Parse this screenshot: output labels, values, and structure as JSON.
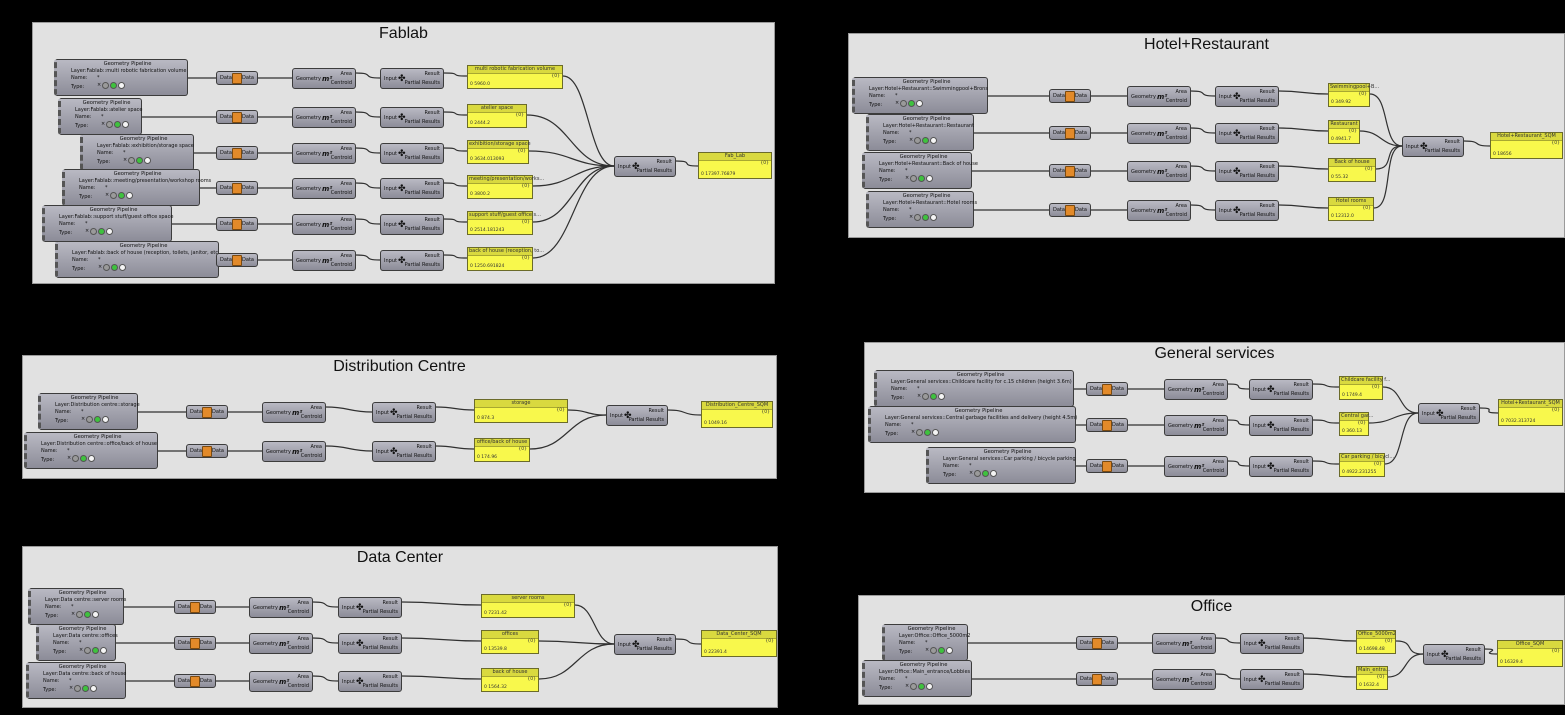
{
  "labels": {
    "pipeline_title": "Geometry Pipeline",
    "layer_prefix": "Layer:",
    "name_label": "Name:",
    "name_value": "*",
    "type_label": "Type:",
    "data": "Data",
    "geometry": "Geometry",
    "area": "Area",
    "area_icon": "m²",
    "centroid": "Centroid",
    "input": "Input",
    "result": "Result",
    "partial": "Partial Results",
    "branch": "{0}"
  },
  "colors": {
    "canvas": "#000000",
    "group": "#e1e1e1",
    "panel": "#f8f84c",
    "panel_header": "#d9d93f",
    "wire": "#303030"
  },
  "groups": [
    {
      "title": "Fablab",
      "items": [
        {
          "layer": "Fablab::multi robotic fabrication volume",
          "panel": "multi robotic fabrication volume",
          "value": "0 5960.0"
        },
        {
          "layer": "Fablab::atelier space",
          "panel": "atelier space",
          "value": "0 2444.2"
        },
        {
          "layer": "Fablab::exhibition/storage space",
          "panel": "exhibition/storage space",
          "value": "0 3634.013093"
        },
        {
          "layer": "Fablab::meeting/presentation/workshop rooms",
          "panel": "meeting/presentation/works...",
          "value": "0 3800.2"
        },
        {
          "layer": "Fablab::support stuff/guest office space",
          "panel": "support stuff/guest office s...",
          "value": "0 2514.181243"
        },
        {
          "layer": "Fablab::back of house (reception, toilets, janitor, etc",
          "panel": "back of house (reception, to...",
          "value": "0 1250.691824"
        }
      ],
      "total": {
        "panel": "Fab_Lab",
        "value": "0 17397.76879"
      }
    },
    {
      "title": "Distribution Centre",
      "items": [
        {
          "layer": "Distribution centre::storage",
          "panel": "storage",
          "value": "0 874.3"
        },
        {
          "layer": "Distribution centre::office/back of house",
          "panel": "office/back of house",
          "value": "0 174.96"
        }
      ],
      "total": {
        "panel": "Distribution_Centre_SQM",
        "value": "0 1049.16"
      }
    },
    {
      "title": "Data Center",
      "items": [
        {
          "layer": "Data centre::server rooms",
          "panel": "server rooms",
          "value": "0 7231.42"
        },
        {
          "layer": "Data centre::offices",
          "panel": "offices",
          "value": "0 13539.8"
        },
        {
          "layer": "Data centre::back of house",
          "panel": "back of house",
          "value": "0 1564.32"
        }
      ],
      "total": {
        "panel": "Data_Center_SQM",
        "value": "0 22391.4"
      }
    },
    {
      "title": "Hotel+Restaurant",
      "items": [
        {
          "layer": "Hotel+Restaurant::Swimmingpool+Brons",
          "panel": "Swimmingpool+B...",
          "value": "0 349.92"
        },
        {
          "layer": "Hotel+Restaurant::Restaurant",
          "panel": "Restaurant",
          "value": "0 4941.7"
        },
        {
          "layer": "Hotel+Restaurant::Back of house",
          "panel": "Back of house",
          "value": "0 55.32"
        },
        {
          "layer": "Hotel+Restaurant::Hotel rooms",
          "panel": "Hotel rooms",
          "value": "0 12312.0"
        }
      ],
      "total": {
        "panel": "Hotel+Restaurant_SQM",
        "value": "0 18656"
      }
    },
    {
      "title": "General services",
      "items": [
        {
          "layer": "General services::Childcare facility for c.15 children (height 3.6m)",
          "panel": "Childcare facility f...",
          "value": "0 1749.4"
        },
        {
          "layer": "General services::Central garbage facilities and delivery (height 4.5m)",
          "panel": "Central gar...",
          "value": "0 360.13"
        },
        {
          "layer": "General services::Car parking / bicycle parking",
          "panel": "Car parking / bicycl...",
          "value": "0 4922.231255"
        }
      ],
      "total": {
        "panel": "Hotel+Restaurant_SQM",
        "value": "0 7032.313724"
      }
    },
    {
      "title": "Office",
      "items": [
        {
          "layer": "Office::Office_5000m2",
          "panel": "Office_5000m2",
          "value": "0 14698.48"
        },
        {
          "layer": "Office::Main_entrance/Lobbies",
          "panel": "Main_entra...",
          "value": "0 1632.4"
        }
      ],
      "total": {
        "panel": "Office_SQM",
        "value": "0 16329.4"
      }
    }
  ]
}
